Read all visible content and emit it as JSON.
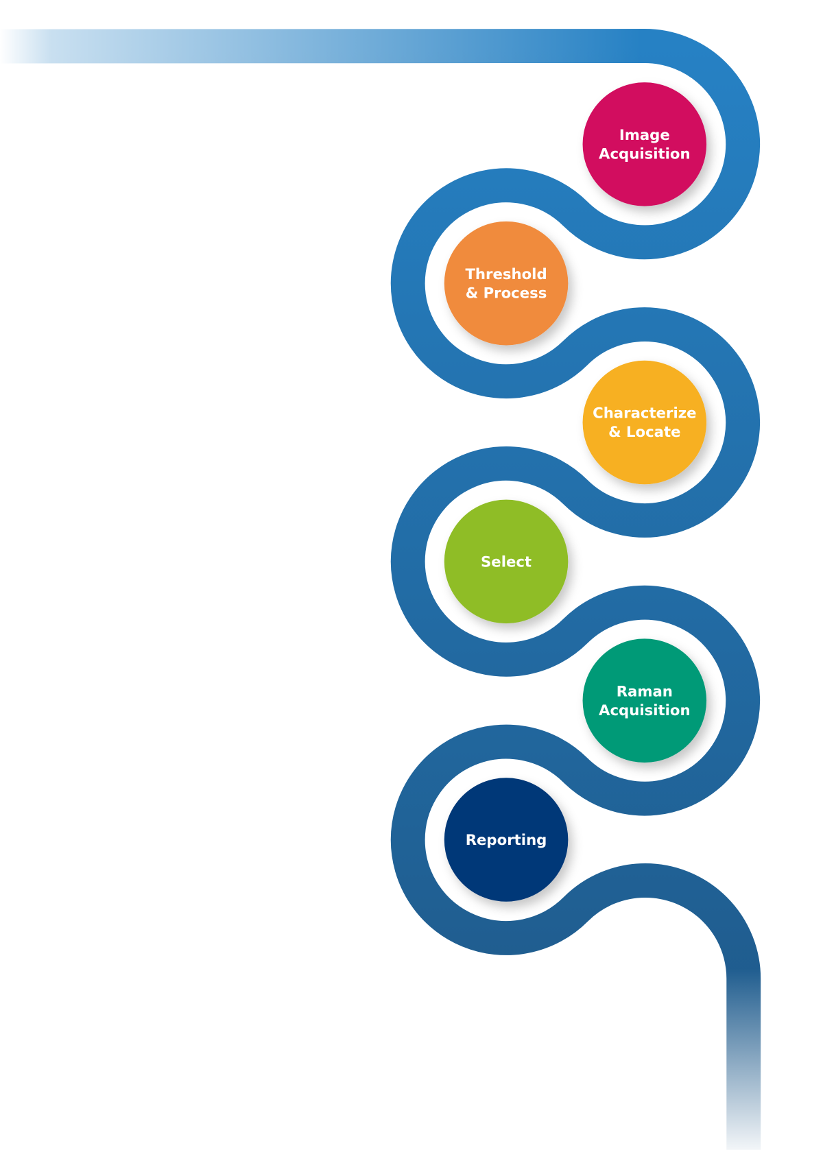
{
  "title": "Workflow steps",
  "track_colors": {
    "top": "#2681c4",
    "bottom": "#1e5685"
  },
  "steps": [
    {
      "lines": [
        "Image",
        "Acquisition"
      ],
      "color": "#d20a5e"
    },
    {
      "lines": [
        "Threshold",
        "& Process"
      ],
      "color": "#f08b3e"
    },
    {
      "lines": [
        "Characterize",
        "& Locate"
      ],
      "color": "#f7b023"
    },
    {
      "lines": [
        "Select"
      ],
      "color": "#8fbd25"
    },
    {
      "lines": [
        "Raman",
        "Acquisition"
      ],
      "color": "#009a77"
    },
    {
      "lines": [
        "Reporting"
      ],
      "color": "#033878"
    }
  ]
}
